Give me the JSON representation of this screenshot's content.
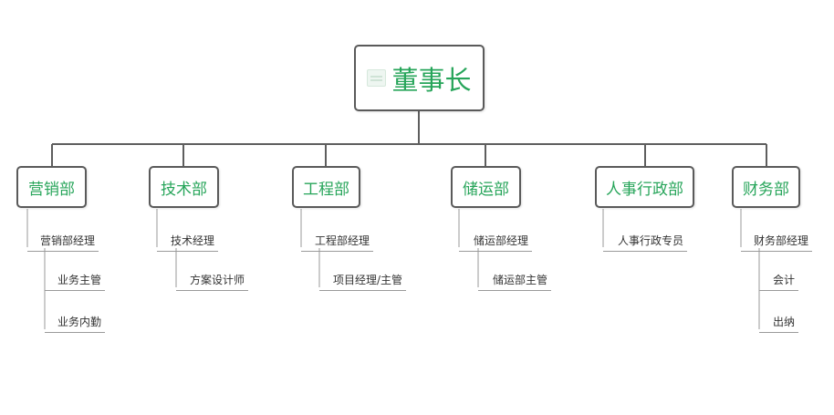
{
  "root": {
    "label": "董事长"
  },
  "departments": [
    {
      "label": "营销部",
      "items": [
        "营销部经理",
        "业务主管",
        "业务内勤"
      ]
    },
    {
      "label": "技术部",
      "items": [
        "技术经理",
        "方案设计师"
      ]
    },
    {
      "label": "工程部",
      "items": [
        "工程部经理",
        "项目经理/主管"
      ]
    },
    {
      "label": "储运部",
      "items": [
        "储运部经理",
        "储运部主管"
      ]
    },
    {
      "label": "人事行政部",
      "items": [
        "人事行政专员"
      ]
    },
    {
      "label": "财务部",
      "items": [
        "财务部经理",
        "会计",
        "出纳"
      ]
    }
  ]
}
